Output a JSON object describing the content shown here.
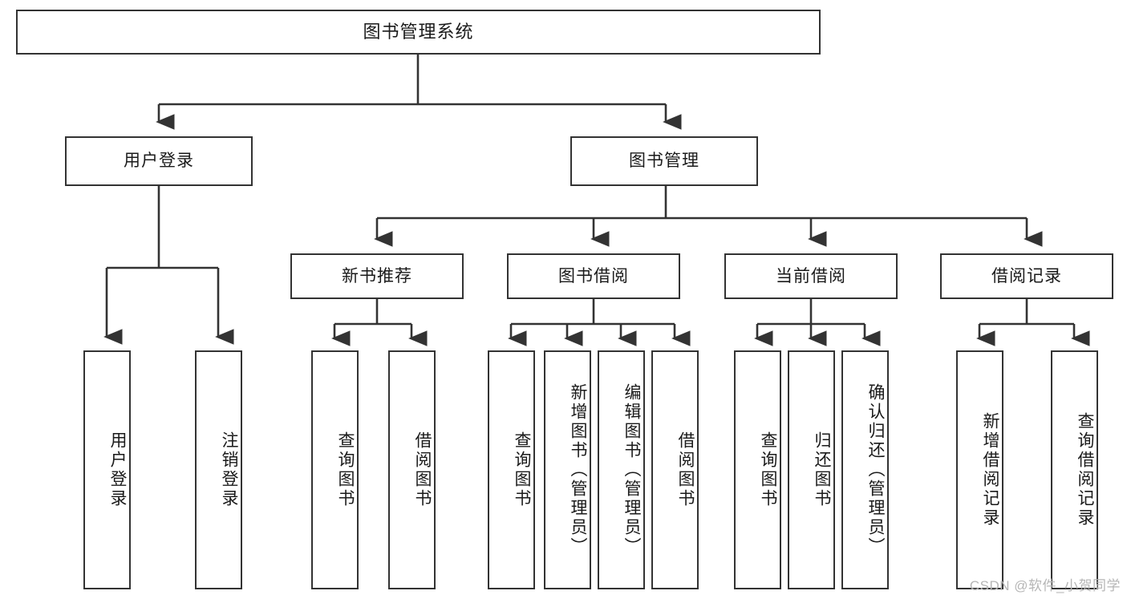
{
  "diagram": {
    "title": "图书管理系统",
    "type": "function-structure-tree",
    "watermark": "CSDN @软件_小贺同学",
    "colors": {
      "stroke": "#333333",
      "fill": "#ffffff",
      "text": "#1a1a1a",
      "watermark": "#b6b6b6"
    },
    "root": {
      "label": "图书管理系统"
    },
    "level2": [
      {
        "label": "用户登录"
      },
      {
        "label": "图书管理"
      }
    ],
    "level3": [
      {
        "label": "新书推荐"
      },
      {
        "label": "图书借阅"
      },
      {
        "label": "当前借阅"
      },
      {
        "label": "借阅记录"
      }
    ],
    "leaves": {
      "user_login": [
        {
          "label": "用户登录"
        },
        {
          "label": "注销登录"
        }
      ],
      "new_book_recommend": [
        {
          "label": "查询图书"
        },
        {
          "label": "借阅图书"
        }
      ],
      "book_borrow": [
        {
          "label": "查询图书"
        },
        {
          "label": "新增图书（管理员）"
        },
        {
          "label": "编辑图书（管理员）"
        },
        {
          "label": "借阅图书"
        }
      ],
      "current_borrow": [
        {
          "label": "查询图书"
        },
        {
          "label": "归还图书"
        },
        {
          "label": "确认归还（管理员）"
        }
      ],
      "borrow_record": [
        {
          "label": "新增借阅记录"
        },
        {
          "label": "查询借阅记录"
        }
      ]
    }
  }
}
